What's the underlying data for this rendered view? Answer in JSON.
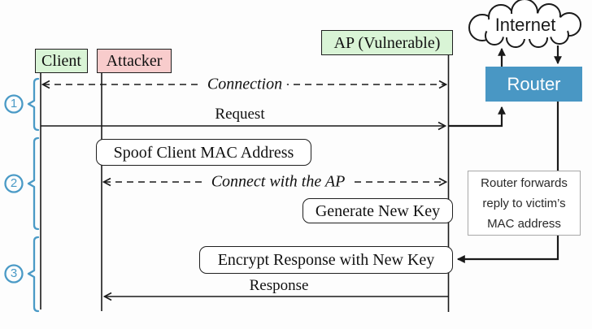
{
  "colors": {
    "actor_green": "#d9f4d6",
    "attacker_pink": "#f8cccc",
    "router_blue": "#4997c4",
    "step_blue": "#4a9ac6",
    "note_border": "#a8a8a8",
    "line_black": "#1a1a1a"
  },
  "actors": {
    "client": "Client",
    "attacker": "Attacker",
    "ap": "AP (Vulnerable)"
  },
  "network": {
    "internet": "Internet",
    "router": "Router"
  },
  "messages": {
    "connection": "Connection",
    "request": "Request",
    "spoof": "Spoof Client MAC Address",
    "connect": "Connect with the AP",
    "generate": "Generate New Key",
    "encrypt": "Encrypt Response with New Key",
    "response": "Response"
  },
  "note": {
    "line1": "Router forwards",
    "line2": "reply to victim’s",
    "line3": "MAC address"
  },
  "steps": [
    {
      "number": "1"
    },
    {
      "number": "2"
    },
    {
      "number": "3"
    }
  ]
}
